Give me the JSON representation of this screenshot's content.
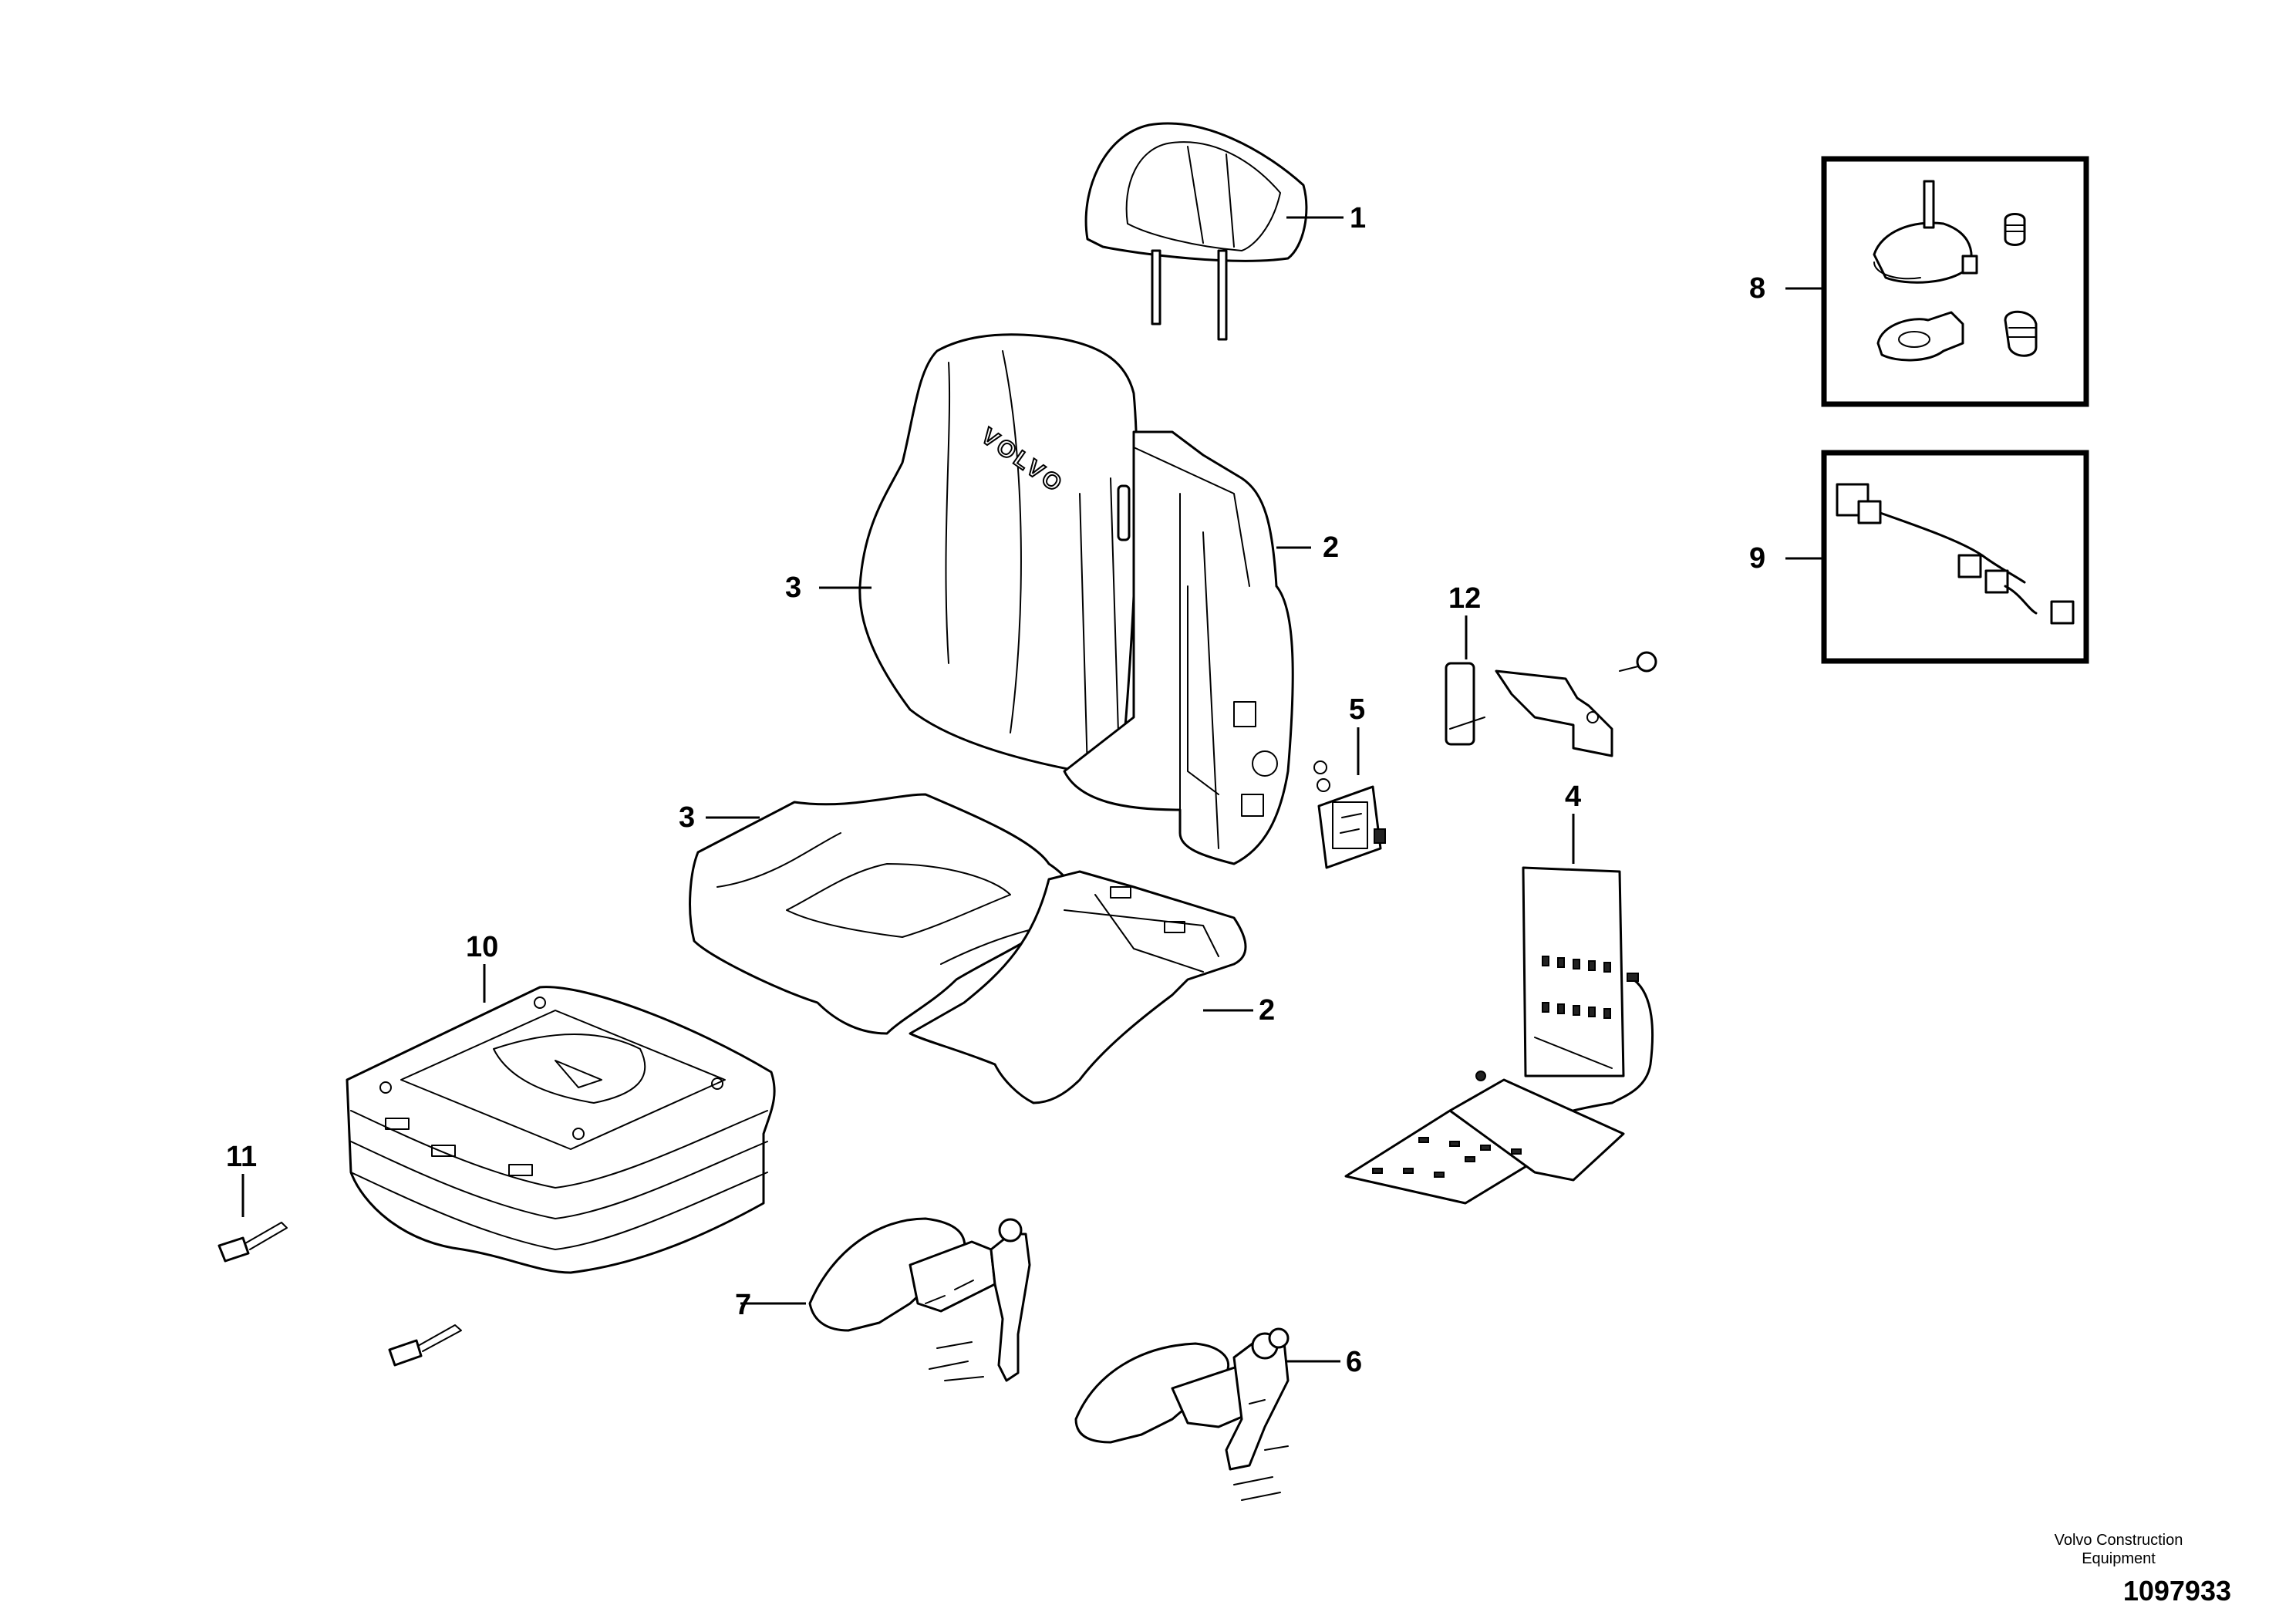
{
  "vendor_line1": "Volvo Construction",
  "vendor_line2": "Equipment",
  "document_number": "1097933",
  "headrest_logo": "VOLVO",
  "callouts": {
    "c1": "1",
    "c2a": "2",
    "c2b": "2",
    "c3a": "3",
    "c3b": "3",
    "c4": "4",
    "c5": "5",
    "c6": "6",
    "c7": "7",
    "c8": "8",
    "c9": "9",
    "c10": "10",
    "c11": "11",
    "c12": "12"
  }
}
